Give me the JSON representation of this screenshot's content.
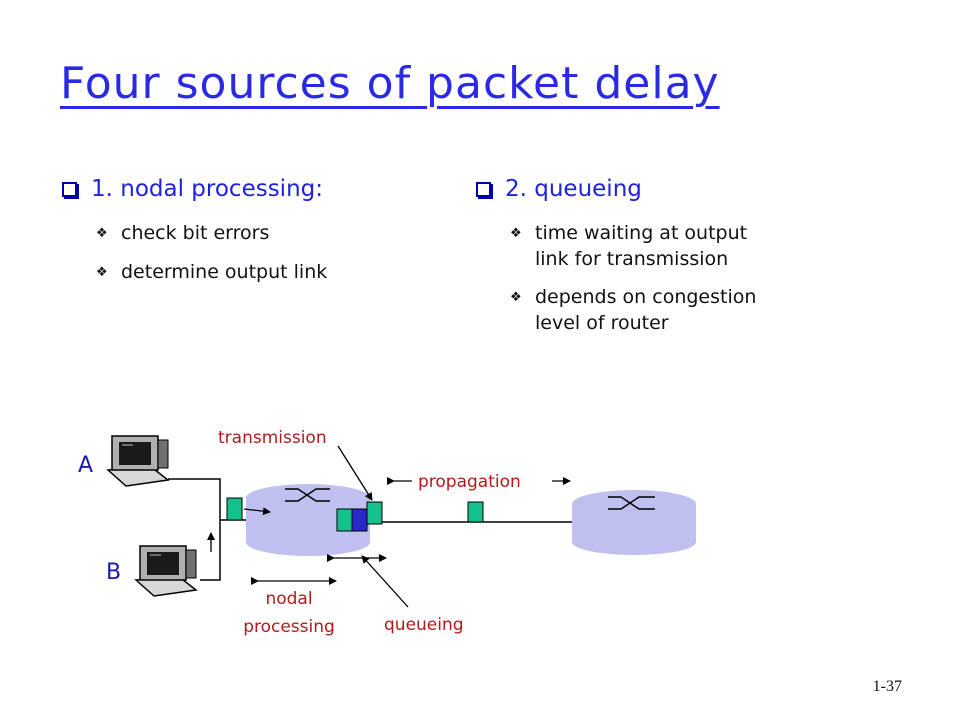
{
  "slide": {
    "title": "Four sources of packet delay",
    "slide_number": "1-37"
  },
  "sections": [
    {
      "heading": "1. nodal processing:",
      "bullets": [
        "check bit errors",
        "determine output link"
      ]
    },
    {
      "heading": "2. queueing",
      "bullets": [
        [
          "time waiting at output",
          "link for transmission"
        ],
        [
          "depends on congestion",
          "level of router"
        ]
      ]
    }
  ],
  "diagram": {
    "hosts": [
      "A",
      "B"
    ],
    "labels": {
      "transmission": "transmission",
      "propagation": "propagation",
      "nodal_processing": [
        "nodal",
        "processing"
      ],
      "queueing": "queueing"
    },
    "colors": {
      "title": "#2929e6",
      "label": "#b21a1a",
      "router": "#c0c0f0",
      "packet": "#14c08c",
      "queued_packet": "#2828c8"
    }
  }
}
